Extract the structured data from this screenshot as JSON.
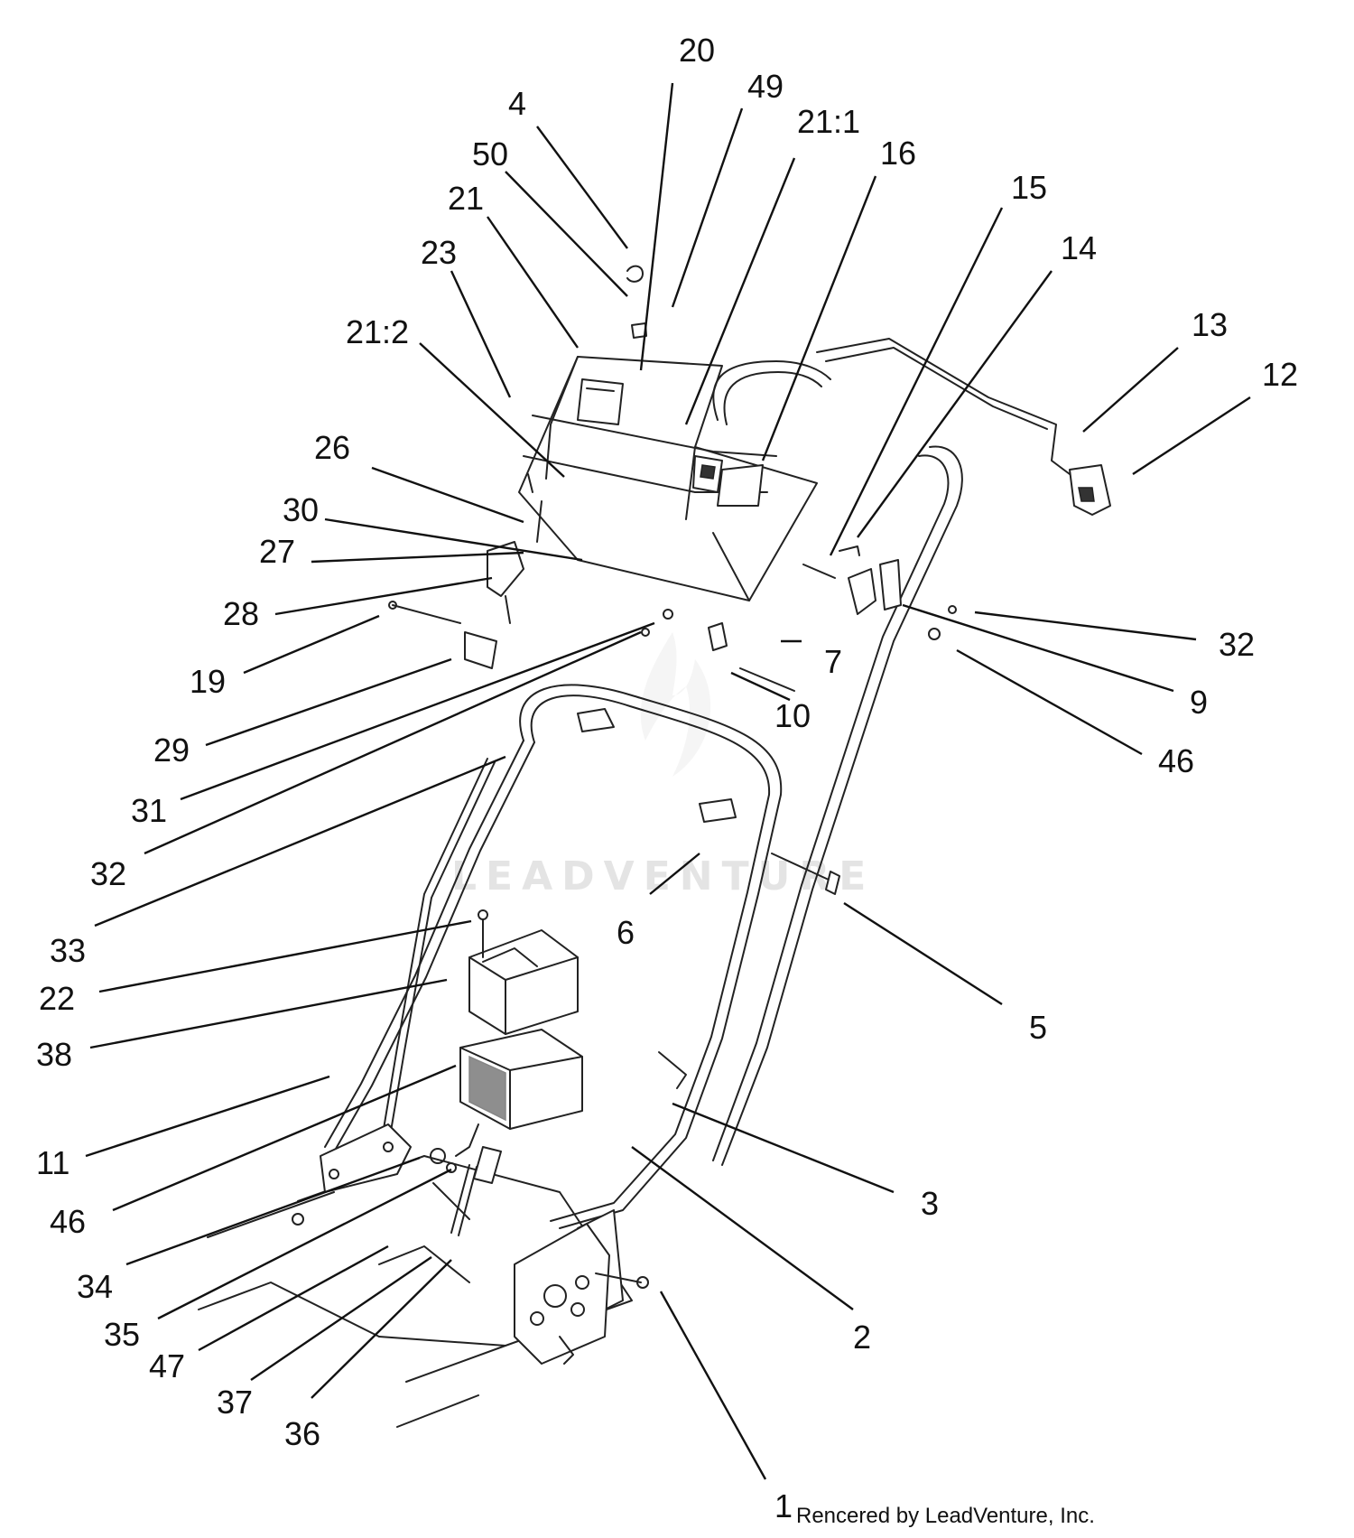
{
  "callouts": [
    {
      "id": "20",
      "label": "20"
    },
    {
      "id": "49",
      "label": "49"
    },
    {
      "id": "4",
      "label": "4"
    },
    {
      "id": "21:1",
      "label": "21:1"
    },
    {
      "id": "16",
      "label": "16"
    },
    {
      "id": "50",
      "label": "50"
    },
    {
      "id": "15",
      "label": "15"
    },
    {
      "id": "21",
      "label": "21"
    },
    {
      "id": "14",
      "label": "14"
    },
    {
      "id": "23",
      "label": "23"
    },
    {
      "id": "13",
      "label": "13"
    },
    {
      "id": "21:2",
      "label": "21:2"
    },
    {
      "id": "12",
      "label": "12"
    },
    {
      "id": "26",
      "label": "26"
    },
    {
      "id": "30",
      "label": "30"
    },
    {
      "id": "27",
      "label": "27"
    },
    {
      "id": "28",
      "label": "28"
    },
    {
      "id": "32a",
      "label": "32"
    },
    {
      "id": "7",
      "label": "7"
    },
    {
      "id": "19",
      "label": "19"
    },
    {
      "id": "9",
      "label": "9"
    },
    {
      "id": "10",
      "label": "10"
    },
    {
      "id": "29",
      "label": "29"
    },
    {
      "id": "46a",
      "label": "46"
    },
    {
      "id": "31",
      "label": "31"
    },
    {
      "id": "32b",
      "label": "32"
    },
    {
      "id": "6",
      "label": "6"
    },
    {
      "id": "33",
      "label": "33"
    },
    {
      "id": "22",
      "label": "22"
    },
    {
      "id": "5",
      "label": "5"
    },
    {
      "id": "38",
      "label": "38"
    },
    {
      "id": "11",
      "label": "11"
    },
    {
      "id": "46b",
      "label": "46"
    },
    {
      "id": "3",
      "label": "3"
    },
    {
      "id": "34",
      "label": "34"
    },
    {
      "id": "35",
      "label": "35"
    },
    {
      "id": "2",
      "label": "2"
    },
    {
      "id": "47",
      "label": "47"
    },
    {
      "id": "37",
      "label": "37"
    },
    {
      "id": "36",
      "label": "36"
    },
    {
      "id": "1",
      "label": "1"
    }
  ],
  "credit": "Rencered by LeadVenture, Inc.",
  "watermark": "LEADVENTURE"
}
